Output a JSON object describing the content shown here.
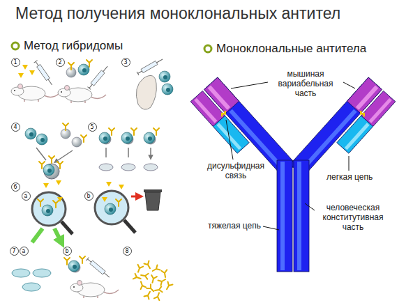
{
  "diagram": {
    "title": "Метод  получения моноклональных антител",
    "labels": [
      "Метод гибридомы",
      "Моноклональные антитела",
      "1",
      "2",
      "3",
      "4",
      "5",
      "6",
      "a",
      "b",
      "7",
      "a",
      "b",
      "8",
      "мышиная вариабельная часть",
      "дисульфидная связь",
      "легкая цепь",
      "тяжелая цепь",
      "человеческая конститутивная часть"
    ]
  }
}
